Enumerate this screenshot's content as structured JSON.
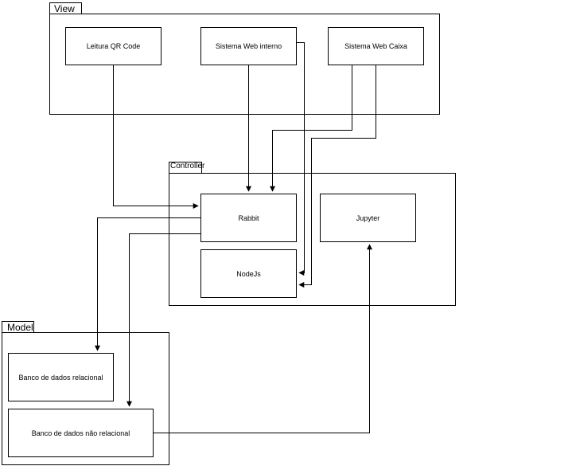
{
  "view": {
    "label": "View",
    "boxes": {
      "qr": "Leitura QR Code",
      "web_interno": "Sistema Web interno",
      "web_caixa": "Sistema Web Caixa"
    }
  },
  "controller": {
    "label": "Controller",
    "boxes": {
      "rabbit": "Rabbit",
      "nodejs": "NodeJs",
      "jupyter": "Jupyter"
    }
  },
  "model": {
    "label": "Model",
    "boxes": {
      "relacional": "Banco de dados relacional",
      "nao_relacional": "Banco de dados não relacional"
    }
  },
  "connections": [
    {
      "from": "Leitura QR Code",
      "to": "Rabbit"
    },
    {
      "from": "Sistema Web interno",
      "to": "Rabbit"
    },
    {
      "from": "Sistema Web interno",
      "to": "NodeJs"
    },
    {
      "from": "Sistema Web Caixa",
      "to": "Rabbit"
    },
    {
      "from": "Sistema Web Caixa",
      "to": "NodeJs"
    },
    {
      "from": "Rabbit",
      "to": "Banco de dados relacional"
    },
    {
      "from": "Rabbit",
      "to": "Banco de dados não relacional"
    },
    {
      "from": "Banco de dados não relacional",
      "to": "Jupyter"
    }
  ],
  "colors": {
    "line": "#000000",
    "background": "#ffffff"
  }
}
